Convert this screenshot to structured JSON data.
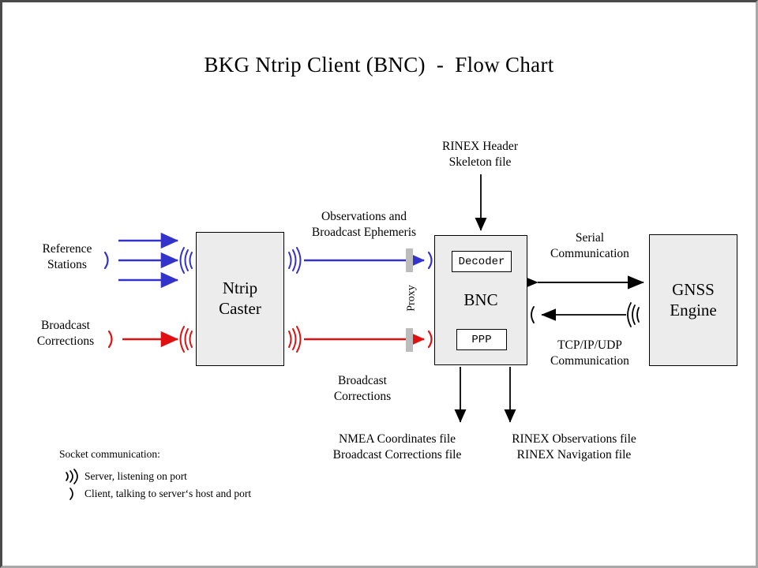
{
  "title": "BKG Ntrip Client (BNC)  -  Flow Chart",
  "nodes": {
    "ntrip_caster": {
      "line1": "Ntrip",
      "line2": "Caster"
    },
    "bnc": {
      "label": "BNC",
      "decoder": "Decoder",
      "ppp": "PPP"
    },
    "gnss_engine": {
      "line1": "GNSS",
      "line2": "Engine"
    }
  },
  "labels": {
    "reference_stations": "Reference\nStations",
    "broadcast_corrections_source": "Broadcast\nCorrections",
    "observations_ephemeris": "Observations and\nBroadcast Ephemeris",
    "broadcast_corrections_mid": "Broadcast\nCorrections",
    "rinex_header_skeleton": "RINEX Header\nSkeleton file",
    "proxy": "Proxy",
    "serial_communication": "Serial\nCommunication",
    "tcpip_communication": "TCP/IP/UDP\nCommunication",
    "nmea_output": "NMEA Coordinates file\nBroadcast Corrections file",
    "rinex_output": "RINEX Observations file\nRINEX Navigation file"
  },
  "legend": {
    "title": "Socket communication:",
    "items": [
      {
        "glyph": "server-socket-icon",
        "text": "Server, listening  on port"
      },
      {
        "glyph": "client-socket-icon",
        "text": "Client, talking to server‘s  host and port"
      }
    ]
  },
  "colors": {
    "observation_stream": "#3333cc",
    "corrections_stream": "#e01010",
    "control_flow": "#000000",
    "box_fill": "#ececec",
    "proxy_bar": "#bcbcbc",
    "frame_dark": "#4a4a4a",
    "frame_light": "#a8a8a8"
  }
}
